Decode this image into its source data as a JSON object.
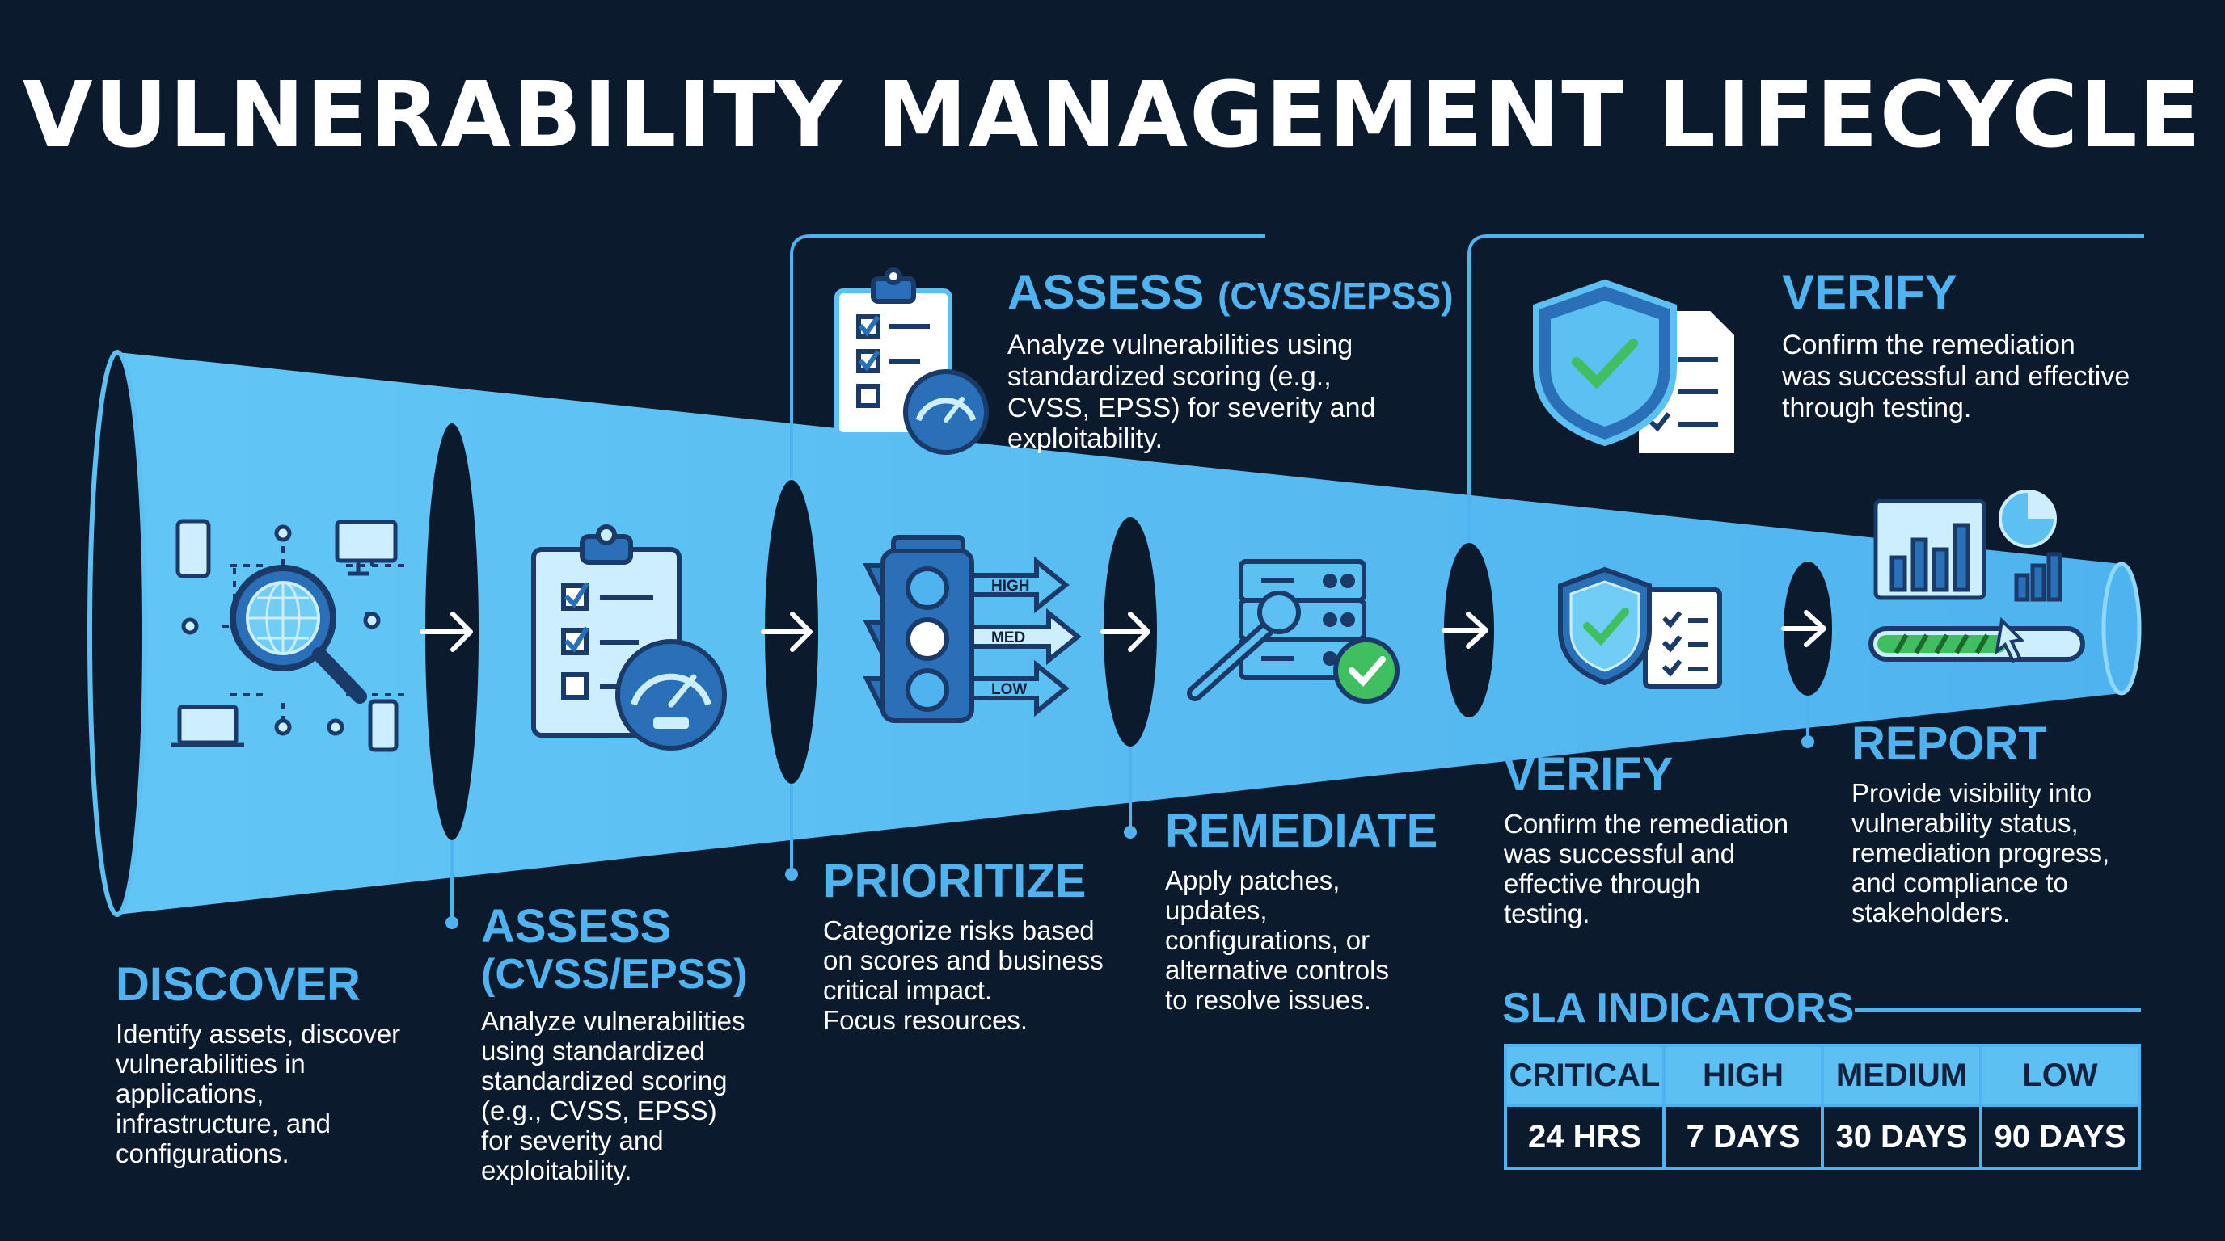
{
  "title": "VULNERABILITY MANAGEMENT LIFECYCLE",
  "stages": [
    {
      "title": "DISCOVER",
      "subtitle": "",
      "description": "Identify assets, discover\nvulnerabilities in\napplications,\ninfrastructure, and\nconfigurations."
    },
    {
      "title": "ASSESS",
      "subtitle": "(CVSS/EPSS)",
      "description": "Analyze vulnerabilities\nusing standardized\nstandardized scoring\n(e.g., CVSS, EPSS)\nfor severity and\nexploitability."
    },
    {
      "title": "PRIORITIZE",
      "subtitle": "",
      "description": "Categorize risks based\non scores and business\ncritical impact.\nFocus resources."
    },
    {
      "title": "REMEDIATE",
      "subtitle": "",
      "description": "Apply patches,\nupdates,\nconfigurations, or\nalternative controls\nto resolve issues."
    },
    {
      "title": "VERIFY",
      "subtitle": "",
      "description": "Confirm the remediation\nwas successful and\neffective through\ntesting."
    },
    {
      "title": "REPORT",
      "subtitle": "",
      "description": "Provide visibility into\nvulnerability status,\nremediation progress,\nand compliance to\nstakeholders."
    }
  ],
  "callouts": [
    {
      "title": "ASSESS",
      "subtitle": "(CVSS/EPSS)",
      "description": "Analyze vulnerabilities using\nstandardized scoring (e.g.,\nCVSS, EPSS) for severity and\nexploitability."
    },
    {
      "title": "VERIFY",
      "subtitle": "",
      "description": "Confirm the remediation\nwas successful and effective\nthrough testing."
    }
  ],
  "priority_labels": [
    "HIGH",
    "MED",
    "LOW"
  ],
  "sla": {
    "title": "SLA INDICATORS",
    "headers": [
      "CRITICAL",
      "HIGH",
      "MEDIUM",
      "LOW"
    ],
    "values": [
      "24 HRS",
      "7 DAYS",
      "30 DAYS",
      "90 DAYS"
    ]
  },
  "colors": {
    "background": "#0c1a2e",
    "funnel": "#5cc0f2",
    "accent": "#4fb3ef",
    "icon_dark": "#1a3a6a",
    "check_green": "#3fbf5f",
    "text": "#ffffff"
  }
}
